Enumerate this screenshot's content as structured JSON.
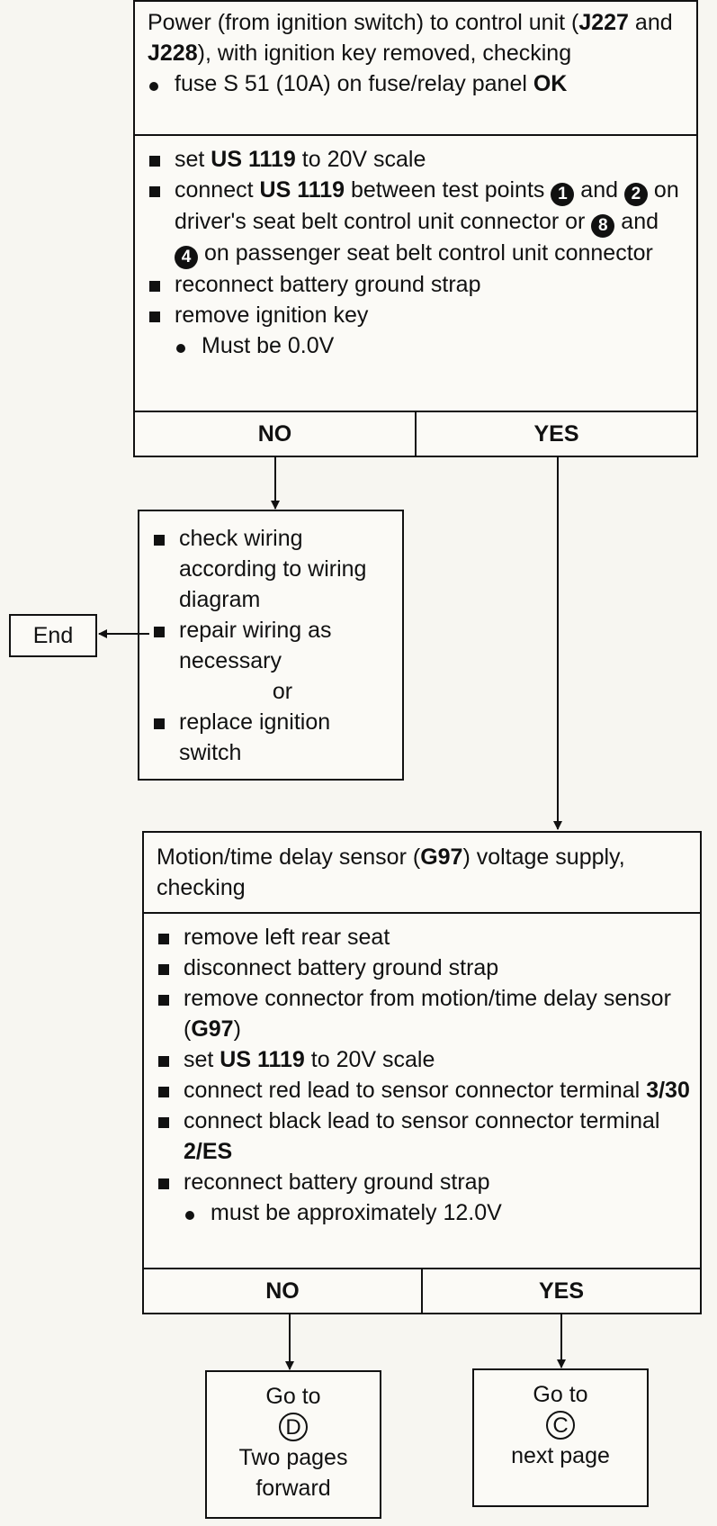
{
  "box1": {
    "title_a": "Power (from ignition switch) to control unit (",
    "title_j227": "J227",
    "title_and": " and ",
    "title_j228": "J228",
    "title_b": "), with ignition key removed, checking",
    "fuse_a": "fuse S 51 (10A) on fuse/relay panel ",
    "fuse_ok": "OK",
    "s1_a": "set ",
    "s1_b": "US 1119",
    "s1_c": " to 20V scale",
    "s2_a": "connect ",
    "s2_b": "US 1119",
    "s2_c": " between test points ",
    "s2_n1": "1",
    "s2_d": " and ",
    "s2_n2": "2",
    "s2_e": " on driver's seat belt control unit connector or ",
    "s2_n3": "8",
    "s2_f": " and ",
    "s2_n4": "4",
    "s2_g": " on passenger seat belt control unit connector",
    "s3": "reconnect battery ground strap",
    "s4": "remove ignition key",
    "s4_sub": "Must be 0.0V",
    "no": "NO",
    "yes": "YES"
  },
  "box2": {
    "i1": "check wiring according to wiring diagram",
    "i2": "repair wiring as necessary",
    "or": "or",
    "i3": "replace ignition switch"
  },
  "end_label": "End",
  "box3": {
    "title_a": "Motion/time delay sensor (",
    "title_g97": "G97",
    "title_b": ") voltage supply, checking",
    "i1": "remove left rear seat",
    "i2": "disconnect battery ground strap",
    "i3_a": "remove connector from motion/time delay sensor (",
    "i3_b": "G97",
    "i3_c": ")",
    "i4_a": "set ",
    "i4_b": "US 1119",
    "i4_c": " to 20V scale",
    "i5_a": "connect red lead to sensor connector terminal ",
    "i5_b": "3/30",
    "i6_a": "connect black lead to sensor connector terminal ",
    "i6_b": "2/ES",
    "i7": "reconnect battery ground strap",
    "i7_sub": "must be approximately 12.0V",
    "no": "NO",
    "yes": "YES"
  },
  "go_d": {
    "line1": "Go to",
    "letter": "D",
    "line2": "Two pages forward"
  },
  "go_c": {
    "line1": "Go to",
    "letter": "C",
    "line2": "next page"
  }
}
